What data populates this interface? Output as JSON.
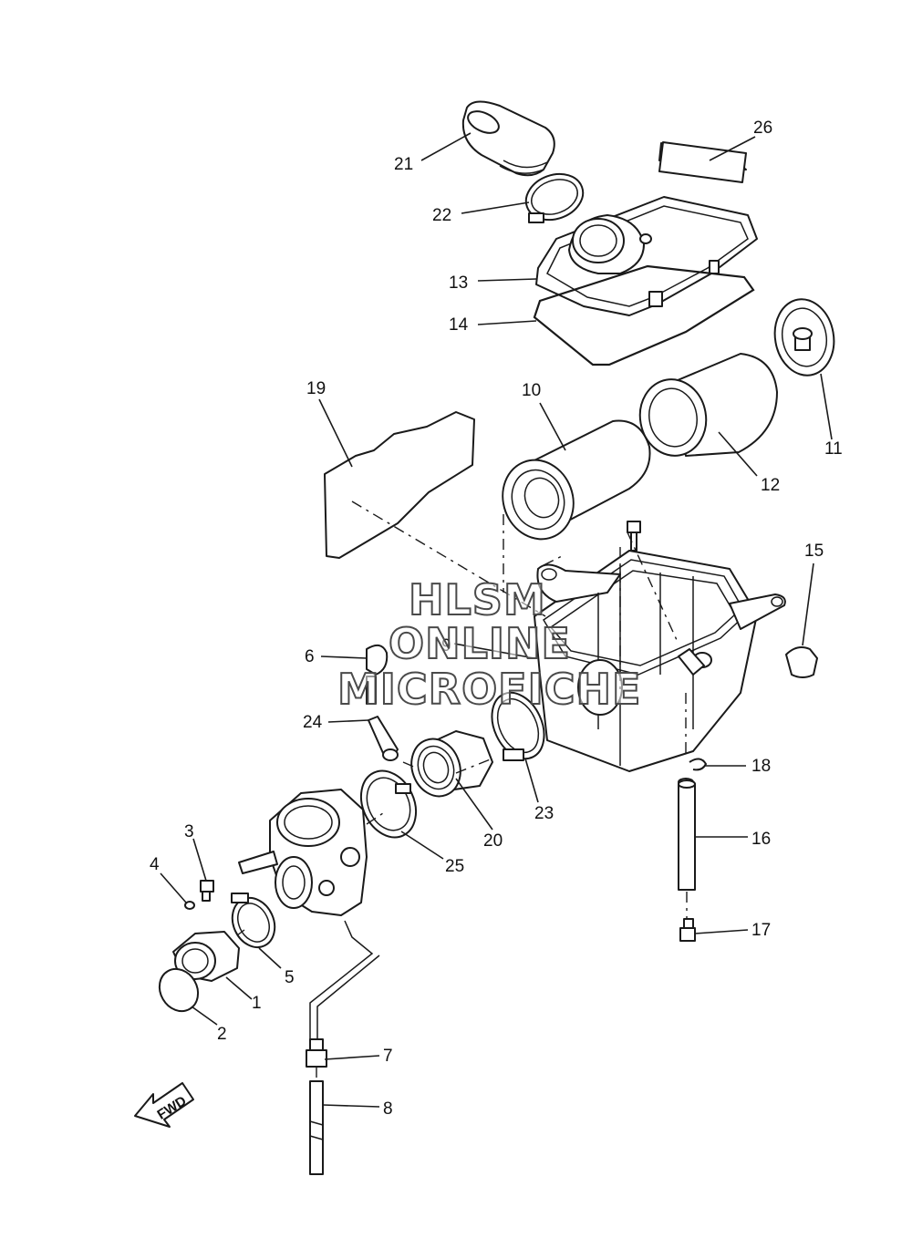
{
  "callouts": [
    "1",
    "2",
    "3",
    "4",
    "5",
    "6",
    "7",
    "8",
    "9",
    "10",
    "11",
    "12",
    "13",
    "14",
    "15",
    "16",
    "17",
    "18",
    "19",
    "20",
    "21",
    "22",
    "23",
    "24",
    "25",
    "26"
  ],
  "watermark": [
    "HLSM",
    "ONLINE",
    "MICROFICHE"
  ],
  "fwd_label": "FWD"
}
